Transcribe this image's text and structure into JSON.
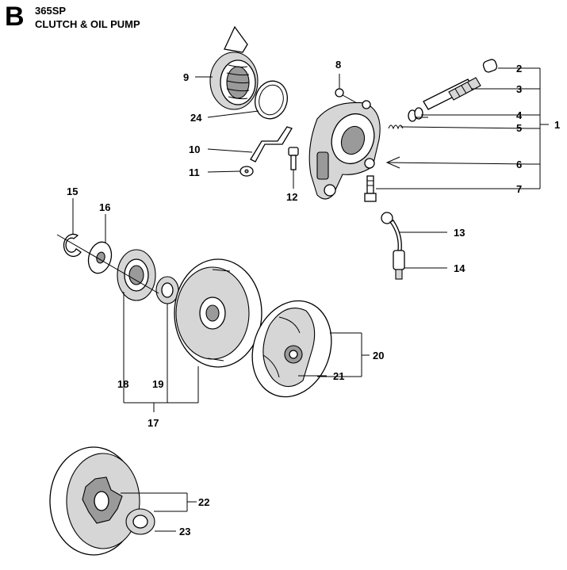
{
  "header": {
    "section_letter": "B",
    "model": "365SP",
    "title": "CLUTCH & OIL PUMP"
  },
  "callouts": {
    "c1": "1",
    "c2": "2",
    "c3": "3",
    "c4": "4",
    "c5": "5",
    "c6": "6",
    "c7": "7",
    "c8": "8",
    "c9": "9",
    "c10": "10",
    "c11": "11",
    "c12": "12",
    "c13": "13",
    "c14": "14",
    "c15": "15",
    "c16": "16",
    "c17": "17",
    "c18": "18",
    "c19": "19",
    "c20": "20",
    "c21": "21",
    "c22": "22",
    "c23": "23",
    "c24": "24"
  }
}
